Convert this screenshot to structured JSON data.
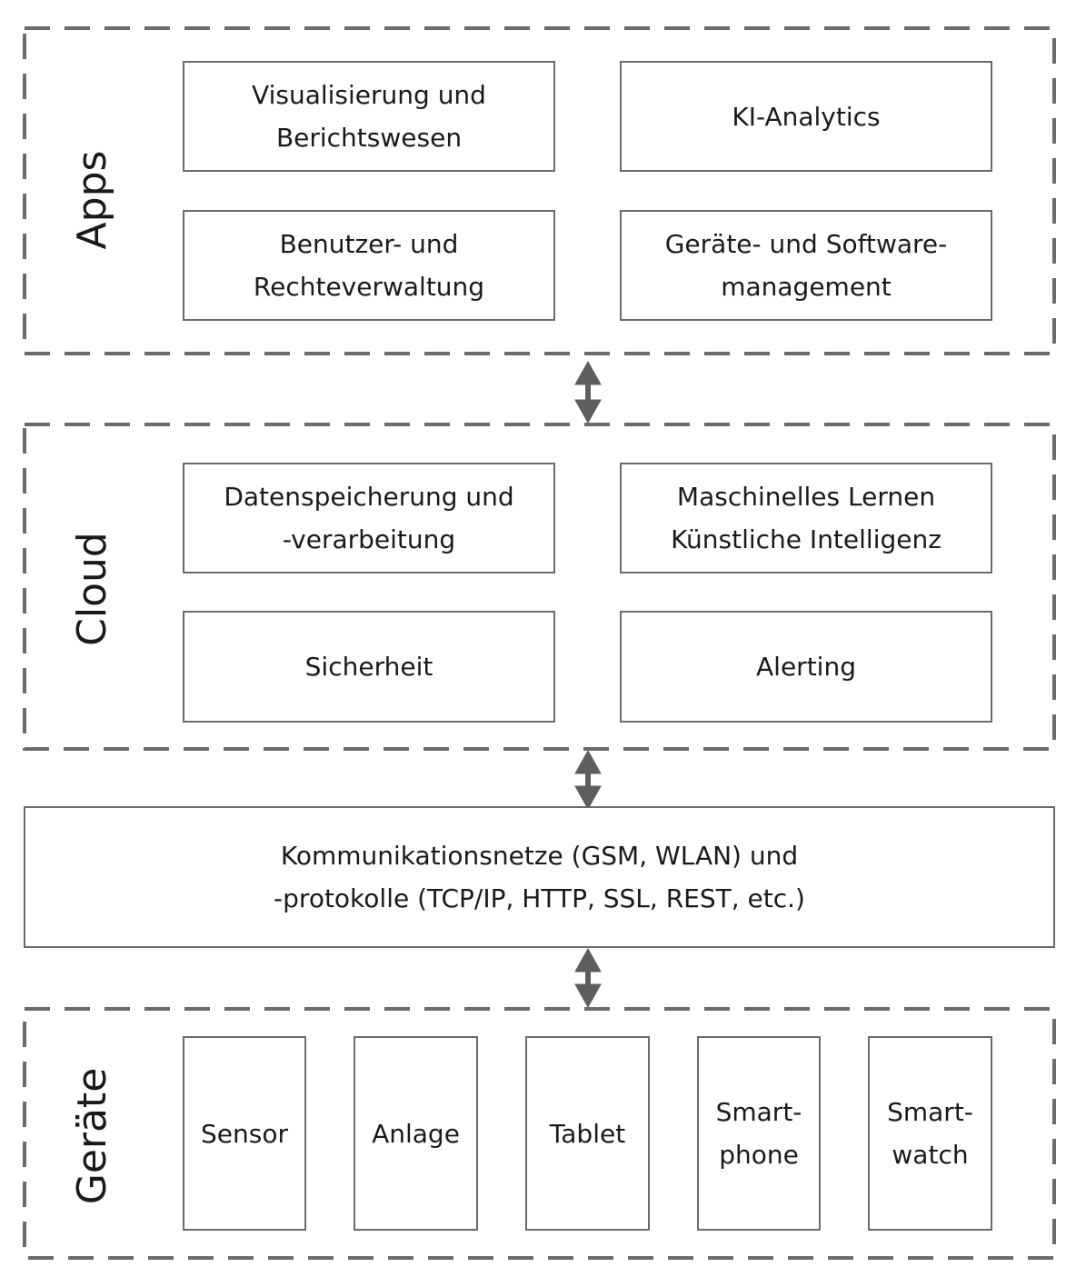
{
  "colors": {
    "border": "#6b6b6b",
    "arrow": "#5e5e5e",
    "text": "#1a1a1a",
    "background": "#ffffff"
  },
  "layers": {
    "apps": {
      "label": "Apps",
      "boxes": [
        "Visualisierung und\nBerichtswesen",
        "KI-Analytics",
        "Benutzer- und\nRechteverwaltung",
        "Geräte- und Software-\nmanagement"
      ]
    },
    "cloud": {
      "label": "Cloud",
      "boxes": [
        "Datenspeicherung und\n-verarbeitung",
        "Maschinelles Lernen\nKünstliche Intelligenz",
        "Sicherheit",
        "Alerting"
      ]
    },
    "network": {
      "text": "Kommunikationsnetze (GSM, WLAN) und\n-protokolle (TCP/IP, HTTP, SSL, REST, etc.)"
    },
    "devices": {
      "label": "Geräte",
      "boxes": [
        "Sensor",
        "Anlage",
        "Tablet",
        "Smart-\nphone",
        "Smart-\nwatch"
      ]
    }
  },
  "arrows": [
    {
      "from": "cloud",
      "to": "apps",
      "type": "bidirectional"
    },
    {
      "from": "network",
      "to": "cloud",
      "type": "bidirectional"
    },
    {
      "from": "devices",
      "to": "network",
      "type": "bidirectional"
    }
  ]
}
